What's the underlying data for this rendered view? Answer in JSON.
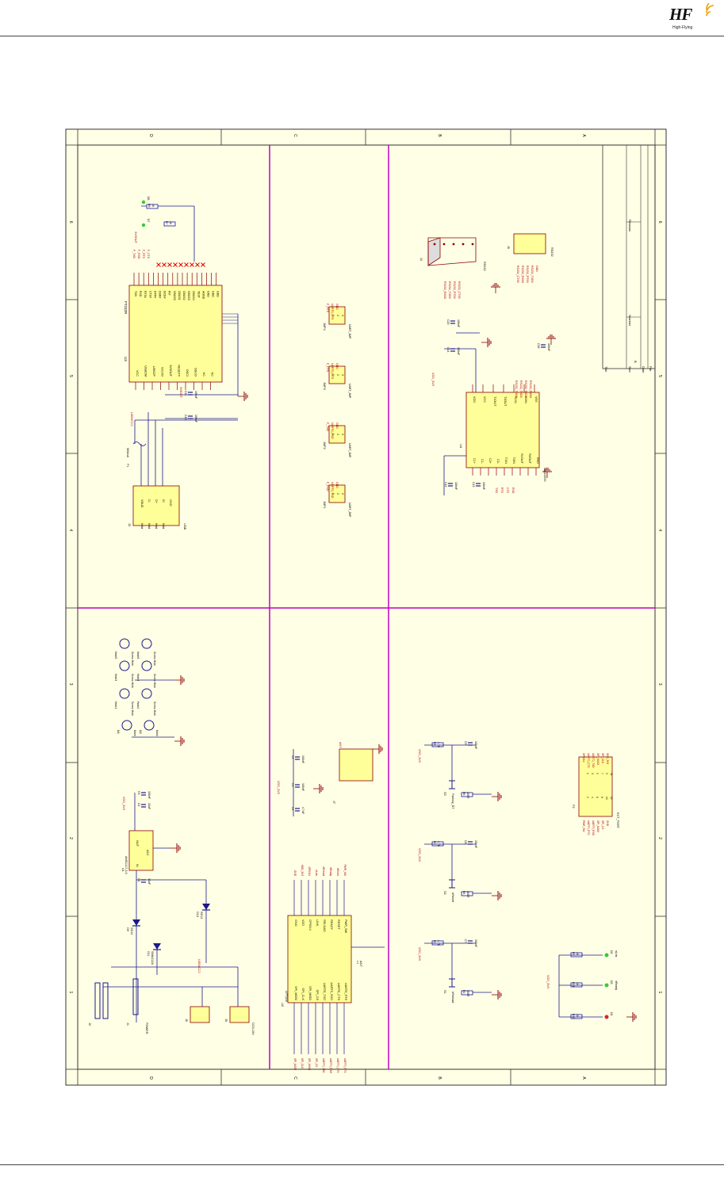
{
  "header": {
    "logo_mark": "HF",
    "logo_tagline": "High-Flying",
    "logo_color": "#111111",
    "wave_color": "#f0a000"
  },
  "colors": {
    "sheet_fill": "#ffffe6",
    "frame": "#333333",
    "divider": "#c000c0",
    "wire": "#1a1a8a",
    "net_label": "#b00000",
    "part_fill": "#ffff99",
    "part_border": "#8b0000",
    "gnd": "#8b0000",
    "led_green": "#33cc33",
    "led_red": "#dd2222"
  },
  "frame": {
    "rows": [
      "D",
      "C",
      "B",
      "A"
    ],
    "cols": [
      "1",
      "2",
      "3",
      "4",
      "5",
      "6"
    ]
  },
  "title_block": {
    "title_label": "Title",
    "size_label": "Size",
    "size_value": "B",
    "number_label": "Number",
    "revision_label": "Revision",
    "date_label": "Date",
    "file_label": "File"
  },
  "parts": {
    "ft232": {
      "ref": "U3",
      "name": "FT232R",
      "left_pins": [
        "VCC",
        "USBDM",
        "USBDP",
        "VCCIO",
        "3V3OUT",
        "RESET#",
        "OSCI",
        "OSCO",
        "NC",
        "NC"
      ],
      "right_pins": [
        "TXD",
        "RXD",
        "RTS#",
        "CTS#",
        "DTR#",
        "DSR#",
        "DCD#",
        "RI#",
        "CBUS0",
        "CBUS1",
        "CBUS2",
        "CBUS3",
        "CBUS4",
        "TEST",
        "AGND",
        "GND",
        "GND",
        "GND"
      ]
    },
    "usb": {
      "ref": "J3",
      "name": "USB",
      "pins": [
        "VBUS",
        "D-",
        "D+",
        "ID",
        "GND"
      ],
      "shells": [
        "Hold",
        "Hold",
        "Hold",
        "Hold"
      ]
    },
    "fuse": {
      "ref": "F1",
      "value": "500mA"
    },
    "max3232": {
      "ref": "U4",
      "name": "MAX3232",
      "left_pins": [
        "C1+",
        "C1-",
        "C2+",
        "C2-",
        "T1IN",
        "T2IN",
        "R1OUT",
        "R2OUT",
        "GND"
      ],
      "right_pins": [
        "VDD",
        "VCC",
        "T1OUT",
        "T2OUT",
        "R1IN",
        "R2IN",
        "VEE"
      ]
    },
    "db9": {
      "ref": "J4",
      "name": "RS232"
    },
    "header5": {
      "ref": "J5",
      "name": "RS232"
    },
    "lpt200": {
      "ref": "U2",
      "name": "LPT200",
      "left_pins": [
        "GND",
        "VDD",
        "GPIO14",
        "LINK",
        "RELOAD",
        "READY",
        "RESET",
        "PWR_SW"
      ],
      "right_pins": [
        "SPI_MOSI",
        "SPI_CLK",
        "SPI_MISO",
        "SPI_CS",
        "UART0_TXD",
        "UART0_RXD",
        "UART0_CTS",
        "UART0_RTS"
      ],
      "antenna": "ANT",
      "antenna_ref": "L1"
    },
    "regulator": {
      "ref": "U1",
      "name": "AMS1117-3.3",
      "pins": [
        "IN",
        "OUT",
        "ADJ"
      ]
    },
    "connectors": [
      {
        "ref": "J1",
        "name": "POWER"
      },
      {
        "ref": "J2",
        "name": ""
      },
      {
        "ref": "J6",
        "name": ""
      },
      {
        "ref": "J5",
        "name": "DC5-15V"
      },
      {
        "ref": "J7",
        "name": ""
      },
      {
        "ref": "P2",
        "name": "EXT_PORT"
      }
    ],
    "diodes": [
      {
        "ref": "D9",
        "value": "SS14"
      },
      {
        "ref": "D10",
        "value": "SS14"
      },
      {
        "ref": "D11",
        "value": "SMAJ12A"
      }
    ],
    "buttons": [
      {
        "ref": "S1",
        "name": "nReload"
      },
      {
        "ref": "S2",
        "name": "nReset"
      },
      {
        "ref": "S3",
        "name": "Factory_BT"
      }
    ],
    "jumpers": [
      {
        "ref": "JMP1",
        "a": "F_RXD",
        "b": "UART0_TXD",
        "foot": "UART_JMP"
      },
      {
        "ref": "JMP2",
        "a": "F_TXD",
        "b": "UART0_RXD",
        "foot": "UART_JMP"
      },
      {
        "ref": "JMP3",
        "a": "F_CTS",
        "b": "UART0_RTS",
        "foot": "UART_JMP"
      },
      {
        "ref": "JMP4",
        "a": "F_RTS",
        "b": "UART0_CTS",
        "foot": "UART_JMP"
      }
    ],
    "mount_holes": [
      "Hole1",
      "Hole2",
      "Hole3",
      "Hole4",
      "Hole5",
      "Hole6"
    ],
    "marks": [
      "M1",
      "M2"
    ],
    "mount_label": "Screw Hole",
    "mark_label": "Mark"
  },
  "nets": {
    "vdd": "VDD_3V3",
    "usbvcc": "USBVCC1",
    "v33out": "3V3OUT",
    "gnd_label": "GND"
  },
  "leds": [
    {
      "ref": "D2",
      "label": "nLink",
      "color": "green"
    },
    {
      "ref": "D3",
      "label": "nReady",
      "color": "green"
    },
    {
      "ref": "D4",
      "label": "",
      "color": "red"
    },
    {
      "ref": "D7",
      "label": "",
      "color": "green"
    },
    {
      "ref": "D8",
      "label": "",
      "color": "green"
    }
  ],
  "resistors": [
    {
      "ref": "R1",
      "value": "4.7K"
    },
    {
      "ref": "R2",
      "value": "300R"
    },
    {
      "ref": "R3",
      "value": "4.7K"
    },
    {
      "ref": "R4",
      "value": "300R"
    },
    {
      "ref": "R5",
      "value": "4.7K"
    },
    {
      "ref": "R6",
      "value": "300R"
    },
    {
      "ref": "R7",
      "value": "1K"
    },
    {
      "ref": "R8",
      "value": "1K"
    },
    {
      "ref": "R9",
      "value": "1K"
    },
    {
      "ref": "R10",
      "value": "1K"
    },
    {
      "ref": "R11",
      "value": "1K"
    }
  ],
  "capacitors": [
    {
      "ref": "C1",
      "value": "10uF"
    },
    {
      "ref": "C2",
      "value": "10uF"
    },
    {
      "ref": "C3",
      "value": "100nF"
    },
    {
      "ref": "C4",
      "value": "4.7uF"
    },
    {
      "ref": "C5",
      "value": "100nF"
    },
    {
      "ref": "C6",
      "value": "100nF"
    },
    {
      "ref": "C7",
      "value": "100nF"
    },
    {
      "ref": "C8",
      "value": "100nF"
    },
    {
      "ref": "C9",
      "value": "100nF"
    },
    {
      "ref": "C10",
      "value": "100nF"
    },
    {
      "ref": "C11",
      "value": "100nF"
    },
    {
      "ref": "C12",
      "value": "100nF"
    },
    {
      "ref": "C13",
      "value": "100nF"
    },
    {
      "ref": "C14",
      "value": "100nF"
    },
    {
      "ref": "C15",
      "value": "100nF"
    },
    {
      "ref": "C16",
      "value": "100nF"
    }
  ]
}
